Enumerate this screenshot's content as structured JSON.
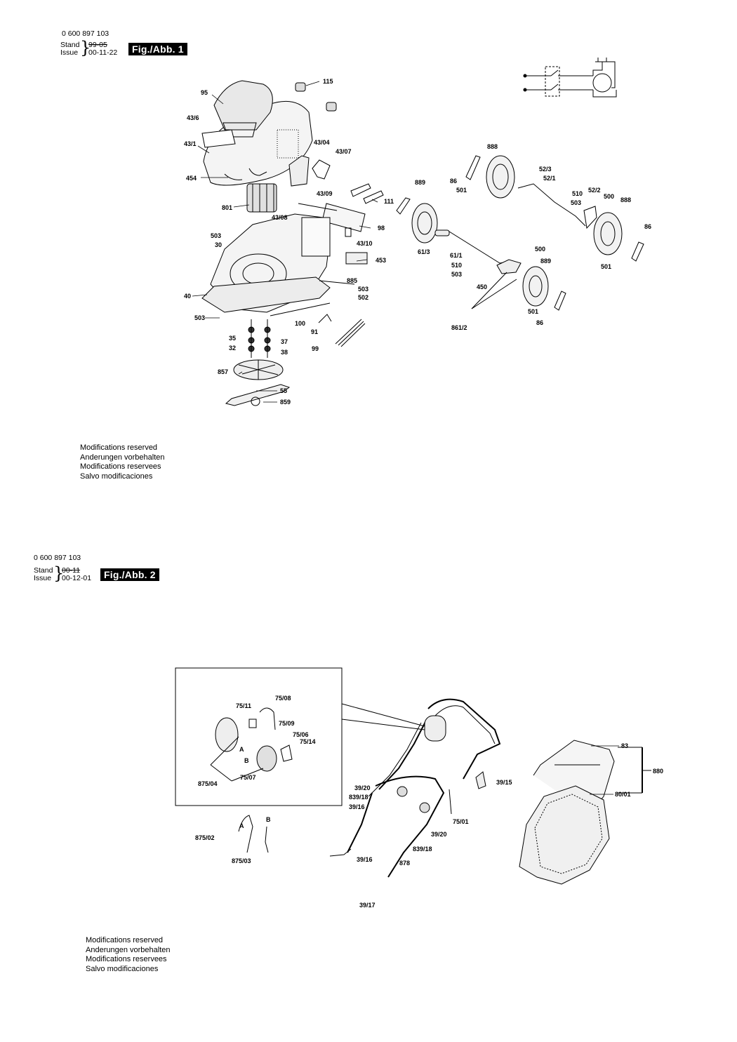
{
  "sheet1": {
    "part_number": "0 600 897 103",
    "stand_label": "Stand",
    "stand_value": "99-05",
    "issue_label": "Issue",
    "issue_value": "00-11-22",
    "figure_label": "Fig./Abb. 1",
    "labels": [
      "115",
      "95",
      "43/6",
      "43/1",
      "454",
      "801",
      "43/04",
      "43/07",
      "111",
      "43/09",
      "43/08",
      "98",
      "503",
      "30",
      "43/10",
      "453",
      "40",
      "885",
      "503",
      "502",
      "503",
      "100",
      "91",
      "99",
      "35",
      "37",
      "32",
      "38",
      "857",
      "55",
      "859",
      "888",
      "889",
      "86",
      "501",
      "52/3",
      "52/1",
      "510",
      "503",
      "52/2",
      "500",
      "888",
      "86",
      "501",
      "61/3",
      "61/1",
      "510",
      "503",
      "500",
      "889",
      "450",
      "501",
      "86",
      "861/2"
    ],
    "modifications": [
      "Modifications reserved",
      "Anderungen vorbehalten",
      "Modifications reservees",
      "Salvo modificaciones"
    ]
  },
  "sheet2": {
    "part_number": "0 600 897 103",
    "stand_label": "Stand",
    "stand_value": "00-11",
    "issue_label": "Issue",
    "issue_value": "00-12-01",
    "figure_label": "Fig./Abb. 2",
    "labels": [
      "75/08",
      "75/11",
      "75/09",
      "75/06",
      "75/14",
      "A",
      "B",
      "75/07",
      "875/04",
      "39/20",
      "839/18",
      "39/16",
      "39/15",
      "75/01",
      "39/20",
      "839/18",
      "878",
      "39/16",
      "39/17",
      "875/02",
      "A",
      "B",
      "875/03",
      "83",
      "880",
      "80/01"
    ],
    "modifications": [
      "Modifications reserved",
      "Anderungen vorbehalten",
      "Modifications reservees",
      "Salvo modificaciones"
    ]
  }
}
